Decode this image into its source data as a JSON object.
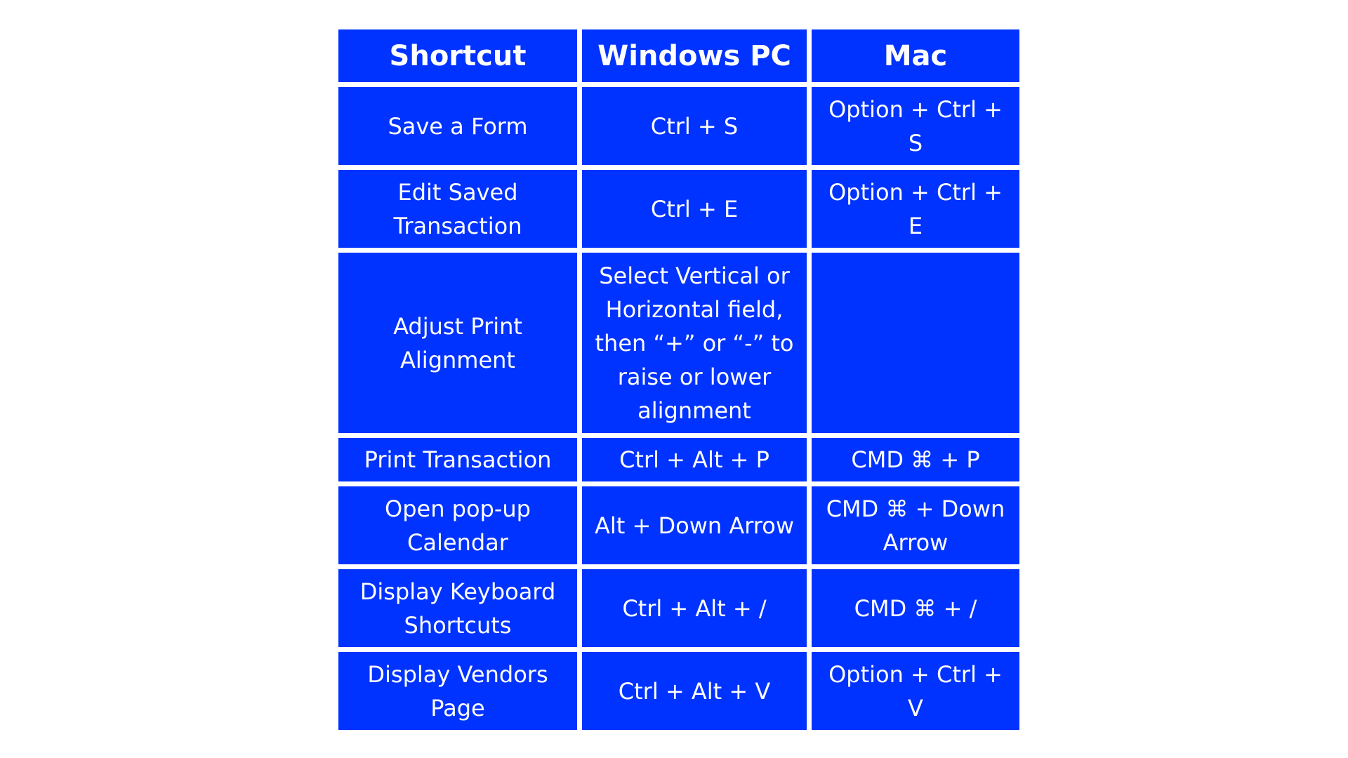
{
  "table": {
    "headers": [
      "Shortcut",
      "Windows PC",
      "Mac"
    ],
    "rows": [
      [
        "Save a Form",
        "Ctrl + S",
        "Option + Ctrl + S"
      ],
      [
        "Edit Saved\nTransaction",
        "Ctrl + E",
        "Option + Ctrl + E"
      ],
      [
        "Adjust Print\nAlignment",
        "Select Vertical or\nHorizontal field,\nthen “+” or “-” to\nraise or lower\nalignment",
        ""
      ],
      [
        "Print Transaction",
        "Ctrl + Alt + P",
        "CMD ⌘ + P"
      ],
      [
        "Open pop-up\nCalendar",
        "Alt + Down Arrow",
        "CMD ⌘ +  Down\nArrow"
      ],
      [
        "Display Keyboard\nShortcuts",
        "Ctrl + Alt + /",
        "CMD ⌘ + /"
      ],
      [
        "Display Vendors\nPage",
        "Ctrl + Alt + V",
        "Option + Ctrl + V"
      ]
    ]
  },
  "colors": {
    "cell_background": "#0033ff",
    "text": "#ffffff",
    "page_background": "#ffffff"
  }
}
